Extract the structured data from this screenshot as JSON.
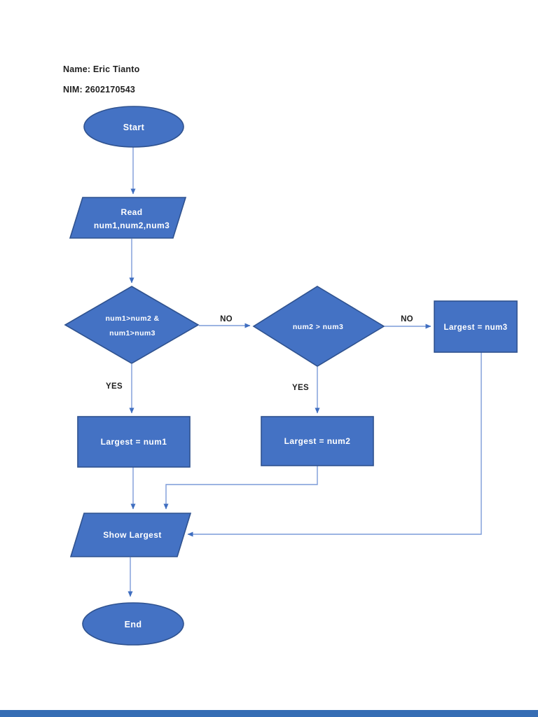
{
  "document": {
    "author_name_line": "Name: Eric Tianto",
    "author_nim_line": "NIM: 2602170543"
  },
  "flowchart": {
    "type": "flowchart",
    "nodes": {
      "start": {
        "shape": "ellipse",
        "label": "Start"
      },
      "read": {
        "shape": "parallelogram",
        "line1": "Read",
        "line2": "num1,num2,num3"
      },
      "decision1": {
        "shape": "diamond",
        "line1": "num1>num2 &",
        "line2": "num1>num3"
      },
      "decision2": {
        "shape": "diamond",
        "label": "num2 > num3"
      },
      "largest_num3": {
        "shape": "rectangle",
        "label": "Largest = num3"
      },
      "largest_num1": {
        "shape": "rectangle",
        "label": "Largest = num1"
      },
      "largest_num2": {
        "shape": "rectangle",
        "label": "Largest = num2"
      },
      "show_largest": {
        "shape": "parallelogram",
        "label": "Show Largest"
      },
      "end": {
        "shape": "ellipse",
        "label": "End"
      }
    },
    "edge_labels": {
      "decision1_no": "NO",
      "decision1_yes": "YES",
      "decision2_no": "NO",
      "decision2_yes": "YES"
    },
    "edges": [
      {
        "from": "start",
        "to": "read"
      },
      {
        "from": "read",
        "to": "decision1"
      },
      {
        "from": "decision1",
        "to": "decision2",
        "label": "NO"
      },
      {
        "from": "decision1",
        "to": "largest_num1",
        "label": "YES"
      },
      {
        "from": "decision2",
        "to": "largest_num3",
        "label": "NO"
      },
      {
        "from": "decision2",
        "to": "largest_num2",
        "label": "YES"
      },
      {
        "from": "largest_num1",
        "to": "show_largest"
      },
      {
        "from": "largest_num2",
        "to": "show_largest"
      },
      {
        "from": "largest_num3",
        "to": "show_largest"
      },
      {
        "from": "show_largest",
        "to": "end"
      }
    ],
    "colors": {
      "shape_fill": "#4472C4",
      "shape_border": "#2F528F",
      "connector_line": "#7C9BD9",
      "arrowhead": "#3F6EC0",
      "shape_text": "#FFFFFF",
      "label_text": "#1F1F1F",
      "footer_bar": "#366DB4"
    }
  }
}
